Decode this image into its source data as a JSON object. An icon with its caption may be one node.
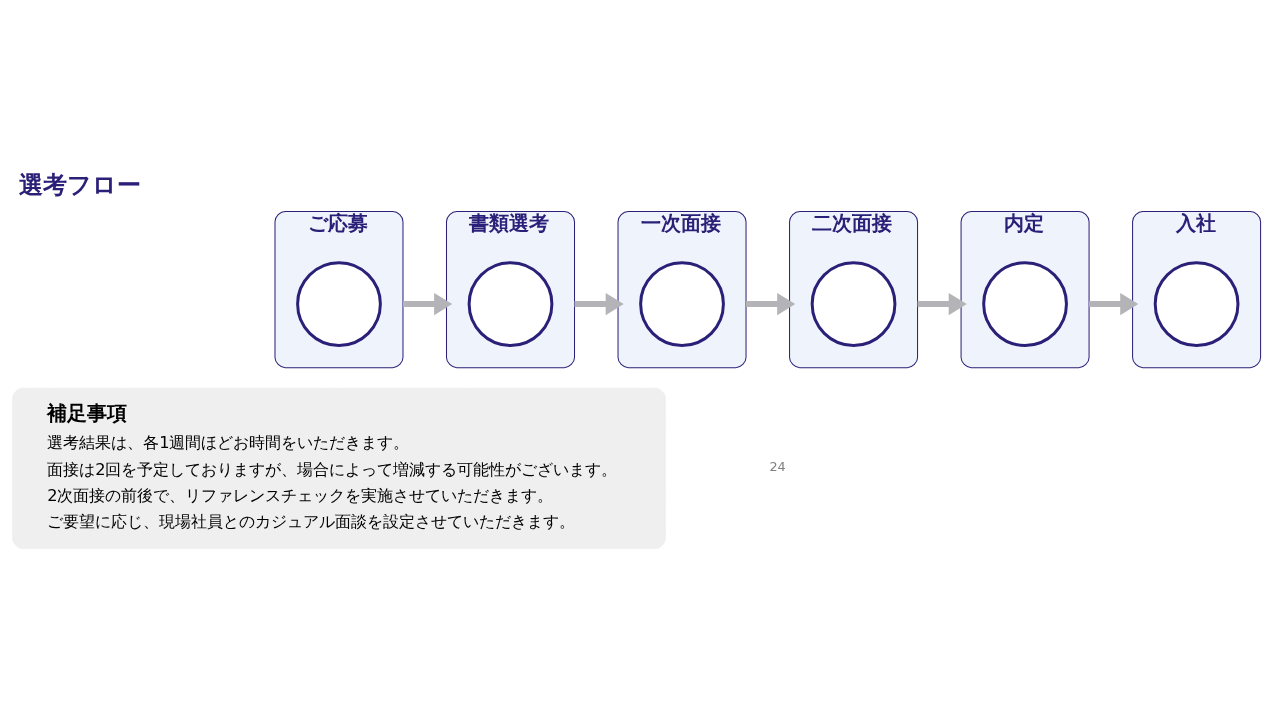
{
  "diagram": {
    "title": "選考フロー",
    "nodes": [
      {
        "text": [
          "ご応募"
        ]
      },
      {
        "text": [],
        "shape": "circle",
        "in": 0
      },
      {
        "text": [
          "書類選考"
        ]
      },
      {
        "text": [],
        "shape": "circle",
        "in": 2
      },
      {
        "text": [
          "一次面接"
        ]
      },
      {
        "text": [],
        "shape": "circle",
        "in": 4
      },
      {
        "text": [
          "二次面接"
        ]
      },
      {
        "text": [],
        "shape": "circle",
        "in": 6
      },
      {
        "text": [
          "内定"
        ]
      },
      {
        "text": [],
        "shape": "circle",
        "in": 8
      },
      {
        "text": [
          "入社"
        ]
      },
      {
        "text": [],
        "shape": "circle",
        "in": 10
      },
      {
        "text": [
          "補足事項",
          "選考結果は、各1週間ほどお時間をいただきます。",
          "面接は2回を予定しておりますが、場合によって増減する可能性がございます。",
          "2次面接の前後で、リファレンスチェックを実施させていただきます。",
          "ご要望に応じ、現場社員とのカジュアル面談を設定させていただきます。"
        ]
      }
    ],
    "edges": [
      {
        "from": 0,
        "to": 2,
        "arrow": "to"
      },
      {
        "from": 2,
        "to": 4,
        "arrow": "to"
      },
      {
        "from": 4,
        "to": 6,
        "arrow": "to"
      },
      {
        "from": 6,
        "to": 8,
        "arrow": "to"
      },
      {
        "from": 8,
        "to": 10,
        "arrow": "to"
      }
    ],
    "labels": [
      "24"
    ]
  }
}
